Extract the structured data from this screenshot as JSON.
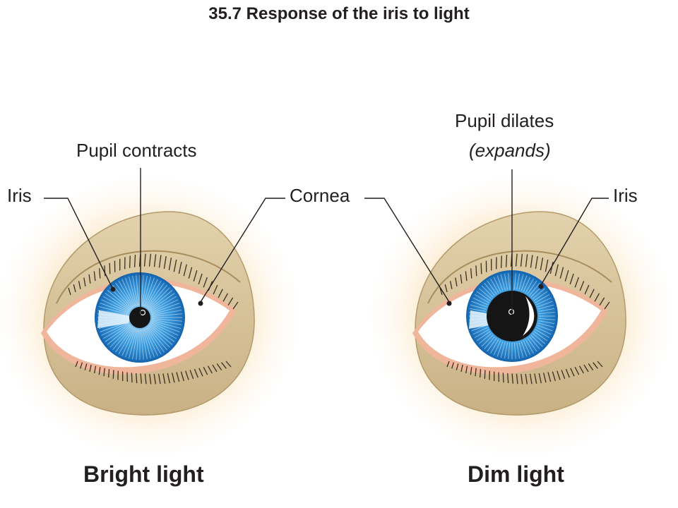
{
  "title": "35.7 Response of the iris to light",
  "left_eye": {
    "label_pupil": "Pupil contracts",
    "label_iris": "Iris",
    "caption": "Bright light"
  },
  "right_eye": {
    "label_pupil_line1": "Pupil dilates",
    "label_pupil_line2": "(expands)",
    "label_iris": "Iris",
    "caption": "Dim light"
  },
  "label_cornea": "Cornea",
  "colors": {
    "glow": "#f9d9a3",
    "skin": "#d9c49a",
    "iris": "#2f8fd6",
    "pupil": "#151515",
    "sclera": "#ffffff",
    "lid_edge": "#e9a58a"
  }
}
